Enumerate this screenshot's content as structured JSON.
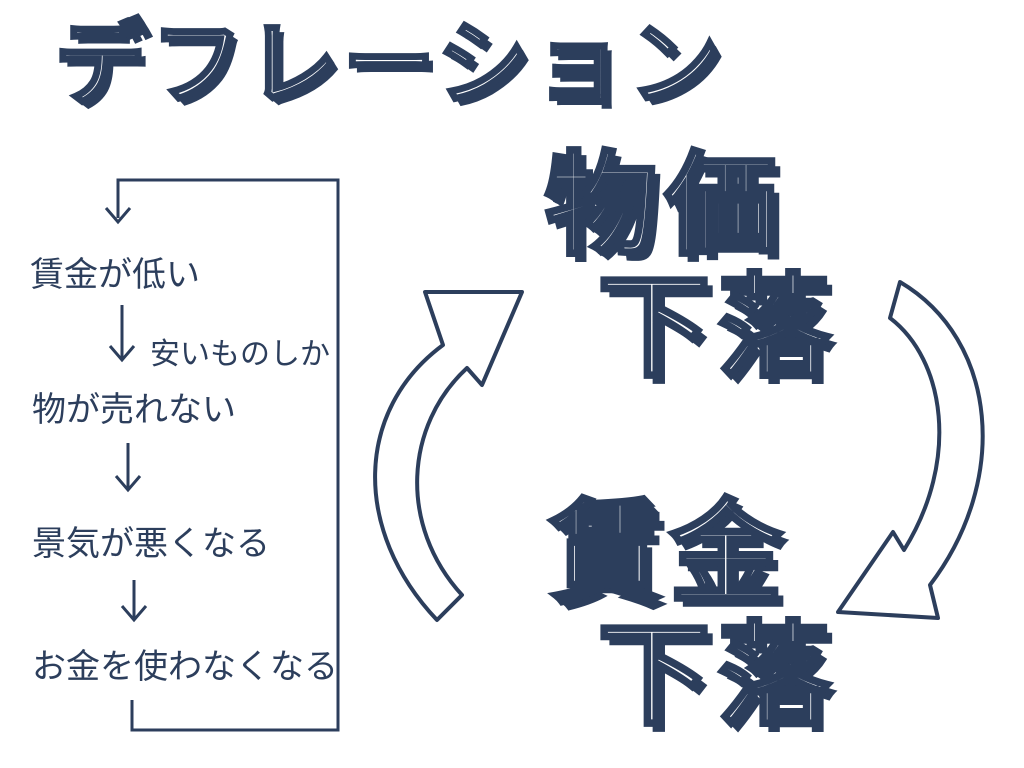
{
  "title": "デフレーション",
  "flow": {
    "step1": "賃金が低い",
    "note1": "安いものしか",
    "step2": "物が売れない",
    "step3": "景気が悪くなる",
    "step4": "お金を使わなくなる"
  },
  "cycle": {
    "top_line1": "物価",
    "top_line2": "下落",
    "bottom_line1": "賃金",
    "bottom_line2": "下落"
  },
  "colors": {
    "ink": "#2c3e5c",
    "fill": "#ffffff"
  }
}
